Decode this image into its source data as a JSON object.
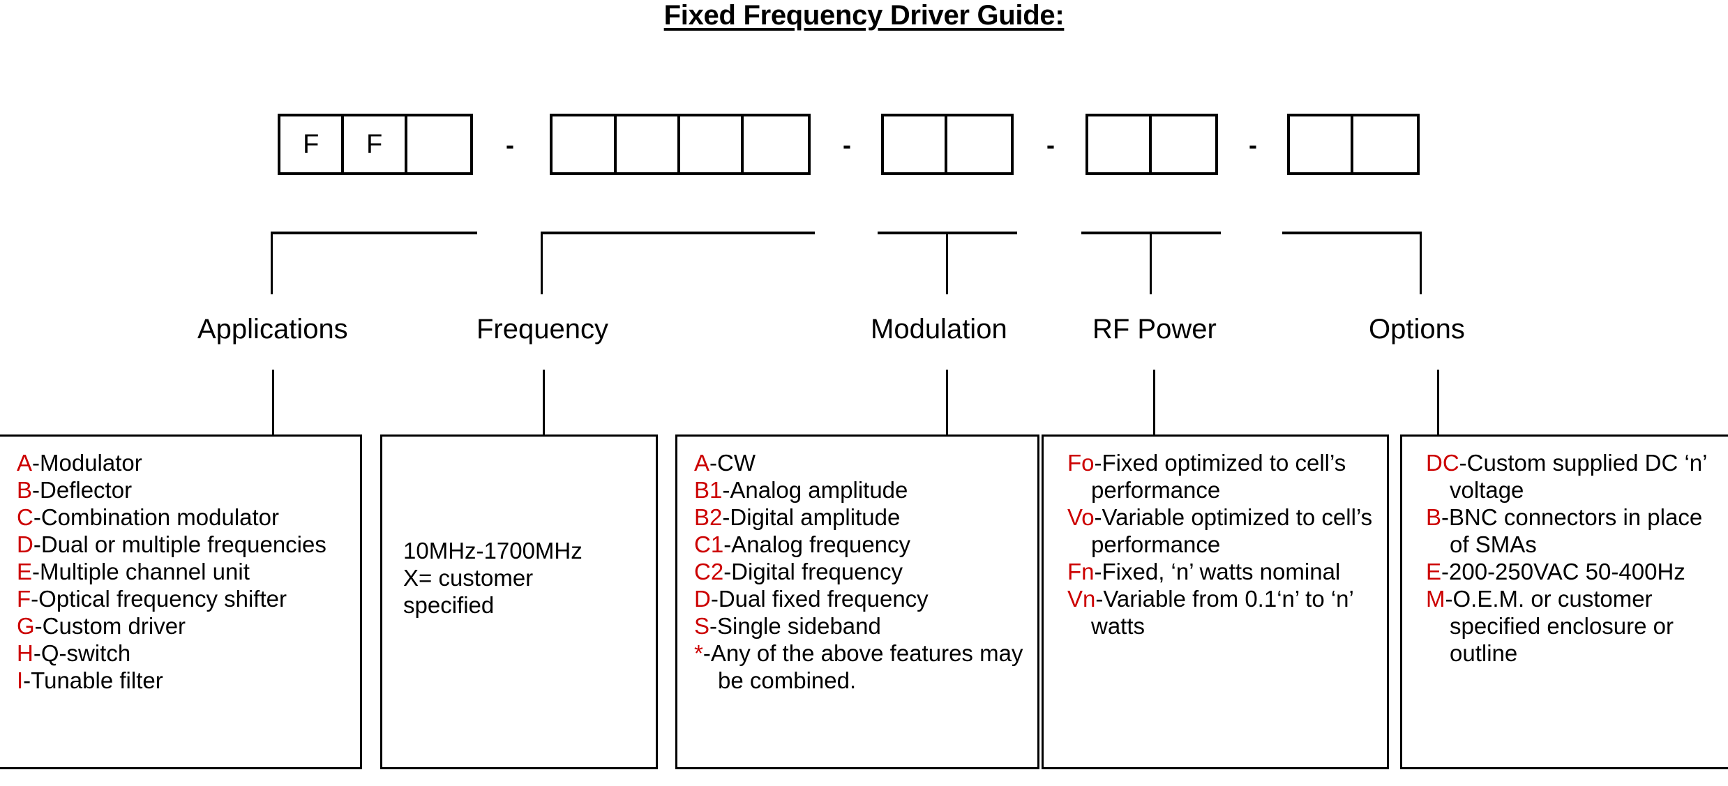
{
  "title": "Fixed Frequency Driver Guide:",
  "part_number": {
    "separator": "-",
    "groups": [
      {
        "name": "applications-group",
        "cells": [
          "F",
          "F",
          ""
        ]
      },
      {
        "name": "frequency-group",
        "cells": [
          "",
          "",
          "",
          ""
        ]
      },
      {
        "name": "modulation-group",
        "cells": [
          "",
          ""
        ]
      },
      {
        "name": "rf-power-group",
        "cells": [
          "",
          ""
        ]
      },
      {
        "name": "options-group",
        "cells": [
          "",
          ""
        ]
      }
    ]
  },
  "categories": [
    {
      "label": "Applications"
    },
    {
      "label": "Frequency"
    },
    {
      "label": "Modulation"
    },
    {
      "label": "RF Power"
    },
    {
      "label": "Options"
    }
  ],
  "colors": {
    "code": "#cc0000",
    "text": "#000000",
    "line": "#000000",
    "background": "#ffffff"
  },
  "boxes": {
    "applications": {
      "entries": [
        {
          "code": "A",
          "text": "-Modulator"
        },
        {
          "code": "B",
          "text": "-Deflector"
        },
        {
          "code": "C",
          "text": "-Combination modulator"
        },
        {
          "code": "D",
          "text": "-Dual or multiple frequencies"
        },
        {
          "code": "E",
          "text": "-Multiple channel unit"
        },
        {
          "code": "F",
          "text": "-Optical frequency shifter"
        },
        {
          "code": "G",
          "text": "-Custom driver"
        },
        {
          "code": "H",
          "text": "-Q-switch"
        },
        {
          "code": "I",
          "text": "-Tunable filter"
        }
      ]
    },
    "frequency": {
      "lines": [
        "10MHz-1700MHz",
        "X= customer",
        "specified"
      ]
    },
    "modulation": {
      "entries": [
        {
          "code": "A",
          "text": "-CW"
        },
        {
          "code": "B1",
          "text": "-Analog amplitude"
        },
        {
          "code": "B2",
          "text": "-Digital amplitude"
        },
        {
          "code": "C1",
          "text": "-Analog frequency"
        },
        {
          "code": "C2",
          "text": "-Digital frequency"
        },
        {
          "code": "D",
          "text": "-Dual fixed frequency"
        },
        {
          "code": "S",
          "text": "-Single sideband"
        },
        {
          "code": "*",
          "text": "-Any of the above features may be combined."
        }
      ]
    },
    "rf_power": {
      "entries": [
        {
          "code": "Fo",
          "text": "-Fixed optimized to cell’s performance"
        },
        {
          "code": "Vo",
          "text": "-Variable optimized to cell’s performance"
        },
        {
          "code": "Fn",
          "text": "-Fixed, ‘n’ watts nominal"
        },
        {
          "code": "Vn",
          "text": "-Variable from 0.1‘n’ to ‘n’ watts"
        }
      ]
    },
    "options": {
      "entries": [
        {
          "code": "DC",
          "text": "-Custom supplied DC ‘n’ voltage"
        },
        {
          "code": "B",
          "text": "-BNC connectors in place of SMAs"
        },
        {
          "code": "E",
          "text": "-200-250VAC 50-400Hz"
        },
        {
          "code": "M",
          "text": "-O.E.M. or customer specified enclosure or outline"
        }
      ]
    }
  }
}
